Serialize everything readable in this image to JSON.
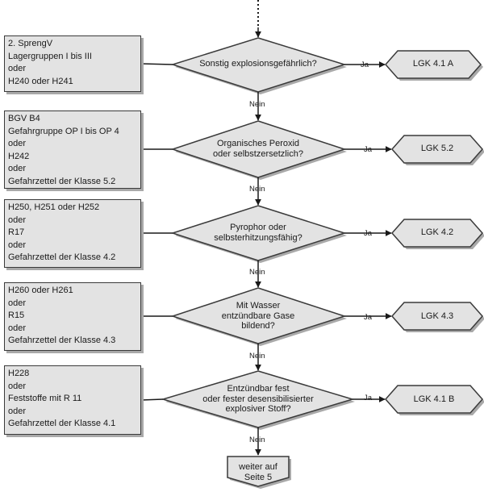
{
  "rules": [
    {
      "lines": [
        "2. SprengV",
        "Lagergruppen I bis III",
        "oder",
        "H240 oder H241"
      ],
      "question": [
        "Sonstig explosionsgefährlich?"
      ],
      "yes": "Ja",
      "result": "LGK 4.1 A",
      "no": "Nein"
    },
    {
      "lines": [
        "BGV B4",
        "Gefahrgruppe OP I bis OP 4",
        "oder",
        "H242",
        "oder",
        "Gefahrzettel der Klasse 5.2"
      ],
      "question": [
        "Organisches Peroxid",
        "oder selbstzersetzlich?"
      ],
      "yes": "Ja",
      "result": "LGK 5.2",
      "no": "Nein"
    },
    {
      "lines": [
        "H250, H251 oder H252",
        "oder",
        "R17",
        "oder",
        "Gefahrzettel der Klasse 4.2"
      ],
      "question": [
        "Pyrophor oder",
        "selbsterhitzungsfähig?"
      ],
      "yes": "Ja",
      "result": "LGK 4.2",
      "no": "Nein"
    },
    {
      "lines": [
        "H260 oder H261",
        "oder",
        "R15",
        "oder",
        "Gefahrzettel der Klasse 4.3"
      ],
      "question": [
        "Mit Wasser",
        "entzündbare Gase",
        "bildend?"
      ],
      "yes": "Ja",
      "result": "LGK 4.3",
      "no": "Nein"
    },
    {
      "lines": [
        "H228",
        "oder",
        "Feststoffe mit R 11",
        "oder",
        "Gefahrzettel der Klasse 4.1"
      ],
      "question": [
        "Entzündbar fest",
        "oder fester desensibilisierter",
        "explosiver Stoff?"
      ],
      "yes": "Ja",
      "result": "LGK 4.1 B",
      "no": "Nein"
    }
  ],
  "continuation": [
    "weiter auf",
    "Seite 5"
  ]
}
